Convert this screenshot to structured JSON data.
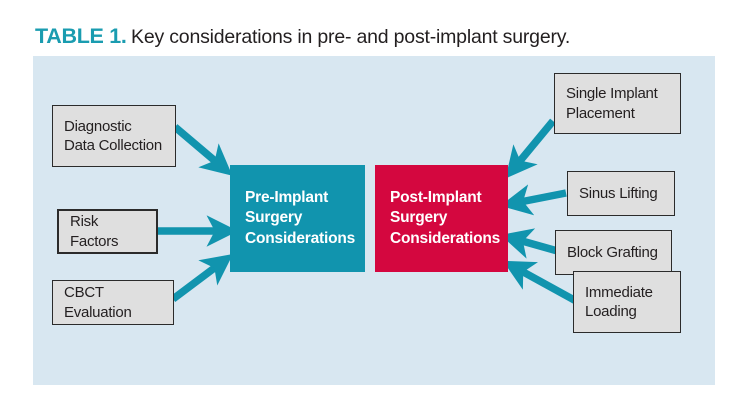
{
  "caption": {
    "label": "TABLE 1.",
    "text": "Key considerations in pre- and post-implant surgery."
  },
  "colors": {
    "accent_teal": "#1194ae",
    "accent_crimson": "#d4073f",
    "panel_background": "#d8e7f1",
    "caption_label": "#1a9cb0",
    "box_fill": "#dfdfdf",
    "box_border": "#2b2b2b",
    "page_background": "#ffffff"
  },
  "diagram": {
    "type": "flow-diagram",
    "inputs": [
      {
        "id": "diagnostic-data-collection",
        "label": "Diagnostic\nData Collection"
      },
      {
        "id": "risk-factors",
        "label": "Risk Factors"
      },
      {
        "id": "cbct-evaluation",
        "label": "CBCT Evaluation"
      }
    ],
    "stages": [
      {
        "id": "pre-implant-surgery-considerations",
        "label": "Pre-Implant\nSurgery\nConsiderations",
        "color": "#1194ae"
      },
      {
        "id": "post-implant-surgery-considerations",
        "label": "Post-Implant\nSurgery\nConsiderations",
        "color": "#d4073f"
      }
    ],
    "outputs": [
      {
        "id": "single-implant-placement",
        "label": "Single Implant\nPlacement"
      },
      {
        "id": "sinus-lifting",
        "label": "Sinus Lifting"
      },
      {
        "id": "block-grafting",
        "label": "Block Grafting"
      },
      {
        "id": "immediate-loading",
        "label": "Immediate\nLoading"
      }
    ],
    "connections": [
      {
        "from": "diagnostic-data-collection",
        "to": "pre-implant-surgery-considerations"
      },
      {
        "from": "risk-factors",
        "to": "pre-implant-surgery-considerations"
      },
      {
        "from": "cbct-evaluation",
        "to": "pre-implant-surgery-considerations"
      },
      {
        "from": "single-implant-placement",
        "to": "post-implant-surgery-considerations"
      },
      {
        "from": "sinus-lifting",
        "to": "post-implant-surgery-considerations"
      },
      {
        "from": "block-grafting",
        "to": "post-implant-surgery-considerations"
      },
      {
        "from": "immediate-loading",
        "to": "post-implant-surgery-considerations"
      }
    ]
  }
}
